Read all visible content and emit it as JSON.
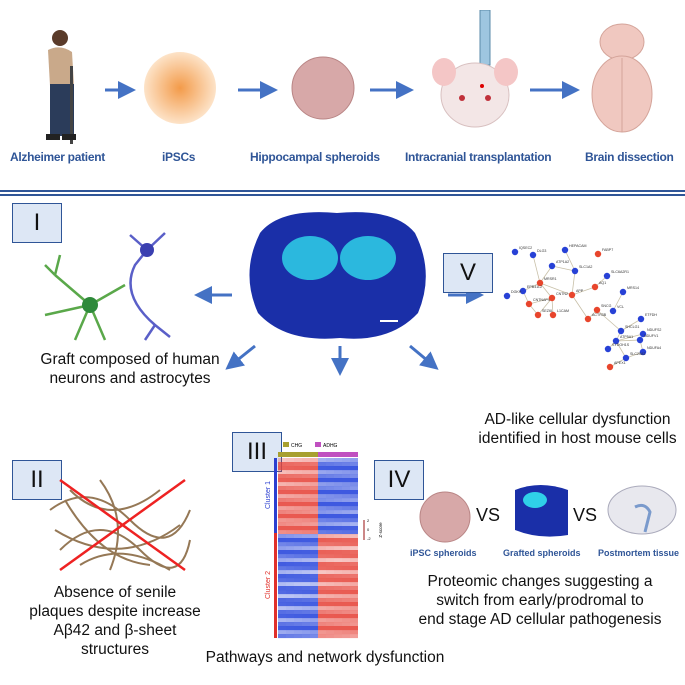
{
  "workflow": {
    "steps": [
      "Alzheimer patient",
      "iPSCs",
      "Hippocampal spheroids",
      "Intracranial transplantation",
      "Brain dissection"
    ]
  },
  "panels": {
    "I": {
      "label": "I",
      "caption_lines": [
        "Graft composed of human",
        "neurons and astrocytes"
      ]
    },
    "II": {
      "label": "II",
      "caption_lines": [
        "Absence of senile",
        "plaques despite increase",
        "Aβ42 and β-sheet",
        "structures"
      ]
    },
    "III": {
      "label": "III",
      "caption": "Pathways and network dysfunction",
      "legend": [
        "CHG",
        "ADHG"
      ],
      "clusters": [
        "Cluster 1",
        "Cluster 2"
      ],
      "scale_label": "Z-score",
      "scale_ticks": [
        "2",
        "0",
        "-2"
      ]
    },
    "IV": {
      "label": "IV",
      "items": [
        "iPSC spheroids",
        "Grafted spheroids",
        "Postmortem tissue"
      ],
      "vs": "VS",
      "caption_lines": [
        "Proteomic changes suggesting a",
        "switch from early/prodromal to",
        "end stage AD cellular pathogenesis"
      ]
    },
    "V": {
      "label": "V",
      "caption_lines": [
        "AD-like cellular dysfunction",
        "identified in host mouse cells"
      ],
      "network_nodes": [
        "IQSEC2",
        "DLG3",
        "HEPACAM",
        "FABP7",
        "ATP1A2",
        "SLC1A2",
        "SLC6A2R1",
        "MRSR1",
        "EPB41L2",
        "DGKH",
        "CNTNAP4",
        "CNTN2",
        "APP",
        "AQ1",
        "SEZ6L",
        "L1CAM",
        "ACTR3B",
        "SNCG",
        "VCL",
        "ETFDH",
        "NDUFS2",
        "NDUFV1",
        "ATP5A1",
        "SYDOH1S",
        "NDUFA4",
        "SLC25A3",
        "APEX1",
        "SHCLG1",
        "MRS14"
      ]
    }
  },
  "colors": {
    "accent": "#2f5597",
    "arrow": "#4472c4",
    "red_node": "#e8452c",
    "blue_node": "#2741d6"
  }
}
